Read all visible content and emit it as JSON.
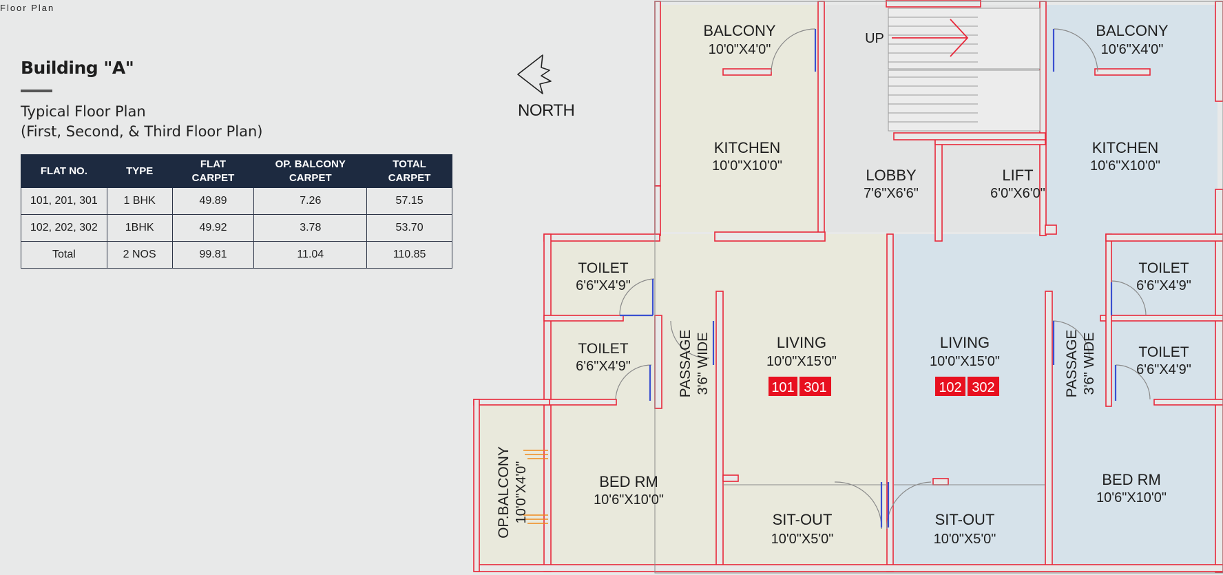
{
  "header": {
    "section_label": "Floor Plan"
  },
  "building": {
    "title": "Building \"A\"",
    "subtitle_1": "Typical Floor Plan",
    "subtitle_2": "(First, Second, & Third Floor Plan)"
  },
  "table": {
    "headers": [
      "FLAT NO.",
      "TYPE",
      "FLAT CARPET",
      "OP. BALCONY CARPET",
      "TOTAL CARPET"
    ],
    "rows": [
      [
        "101, 201, 301",
        "1 BHK",
        "49.89",
        "7.26",
        "57.15"
      ],
      [
        "102, 202, 302",
        "1BHK",
        "49.92",
        "3.78",
        "53.70"
      ],
      [
        "Total",
        "2 NOS",
        "99.81",
        "11.04",
        "110.85"
      ]
    ]
  },
  "compass": {
    "label": "NORTH"
  },
  "plan": {
    "colors": {
      "wall": "#e8283a",
      "flat_left": "#e9e9dc",
      "flat_right": "#d6e2ea",
      "badge": "#e8101f",
      "door": "#3a4fd0"
    },
    "stair_label": "UP",
    "badges": {
      "left": [
        "101",
        "301"
      ],
      "right": [
        "102",
        "302"
      ]
    },
    "rooms": {
      "balcony_left": {
        "name": "BALCONY",
        "size": "10'0\"X4'0\""
      },
      "balcony_right": {
        "name": "BALCONY",
        "size": "10'6\"X4'0\""
      },
      "kitchen_left": {
        "name": "KITCHEN",
        "size": "10'0\"X10'0\""
      },
      "kitchen_right": {
        "name": "KITCHEN",
        "size": "10'6\"X10'0\""
      },
      "lobby": {
        "name": "LOBBY",
        "size": "7'6\"X6'6\""
      },
      "lift": {
        "name": "LIFT",
        "size": "6'0\"X6'0\""
      },
      "toilet_l1": {
        "name": "TOILET",
        "size": "6'6\"X4'9\""
      },
      "toilet_l2": {
        "name": "TOILET",
        "size": "6'6\"X4'9\""
      },
      "toilet_r1": {
        "name": "TOILET",
        "size": "6'6\"X4'9\""
      },
      "toilet_r2": {
        "name": "TOILET",
        "size": "6'6\"X4'9\""
      },
      "living_left": {
        "name": "LIVING",
        "size": "10'0\"X15'0\""
      },
      "living_right": {
        "name": "LIVING",
        "size": "10'0\"X15'0\""
      },
      "passage_left": {
        "name": "PASSAGE",
        "size": "3'6\" WIDE"
      },
      "passage_right": {
        "name": "PASSAGE",
        "size": "3'6\" WIDE"
      },
      "bed_left": {
        "name": "BED RM",
        "size": "10'6\"X10'0\""
      },
      "bed_right": {
        "name": "BED RM",
        "size": "10'6\"X10'0\""
      },
      "sitout_left": {
        "name": "SIT-OUT",
        "size": "10'0\"X5'0\""
      },
      "sitout_right": {
        "name": "SIT-OUT",
        "size": "10'0\"X5'0\""
      },
      "op_balcony": {
        "name": "OP.BALCONY",
        "size": "10'0\"X4'0\""
      }
    }
  }
}
